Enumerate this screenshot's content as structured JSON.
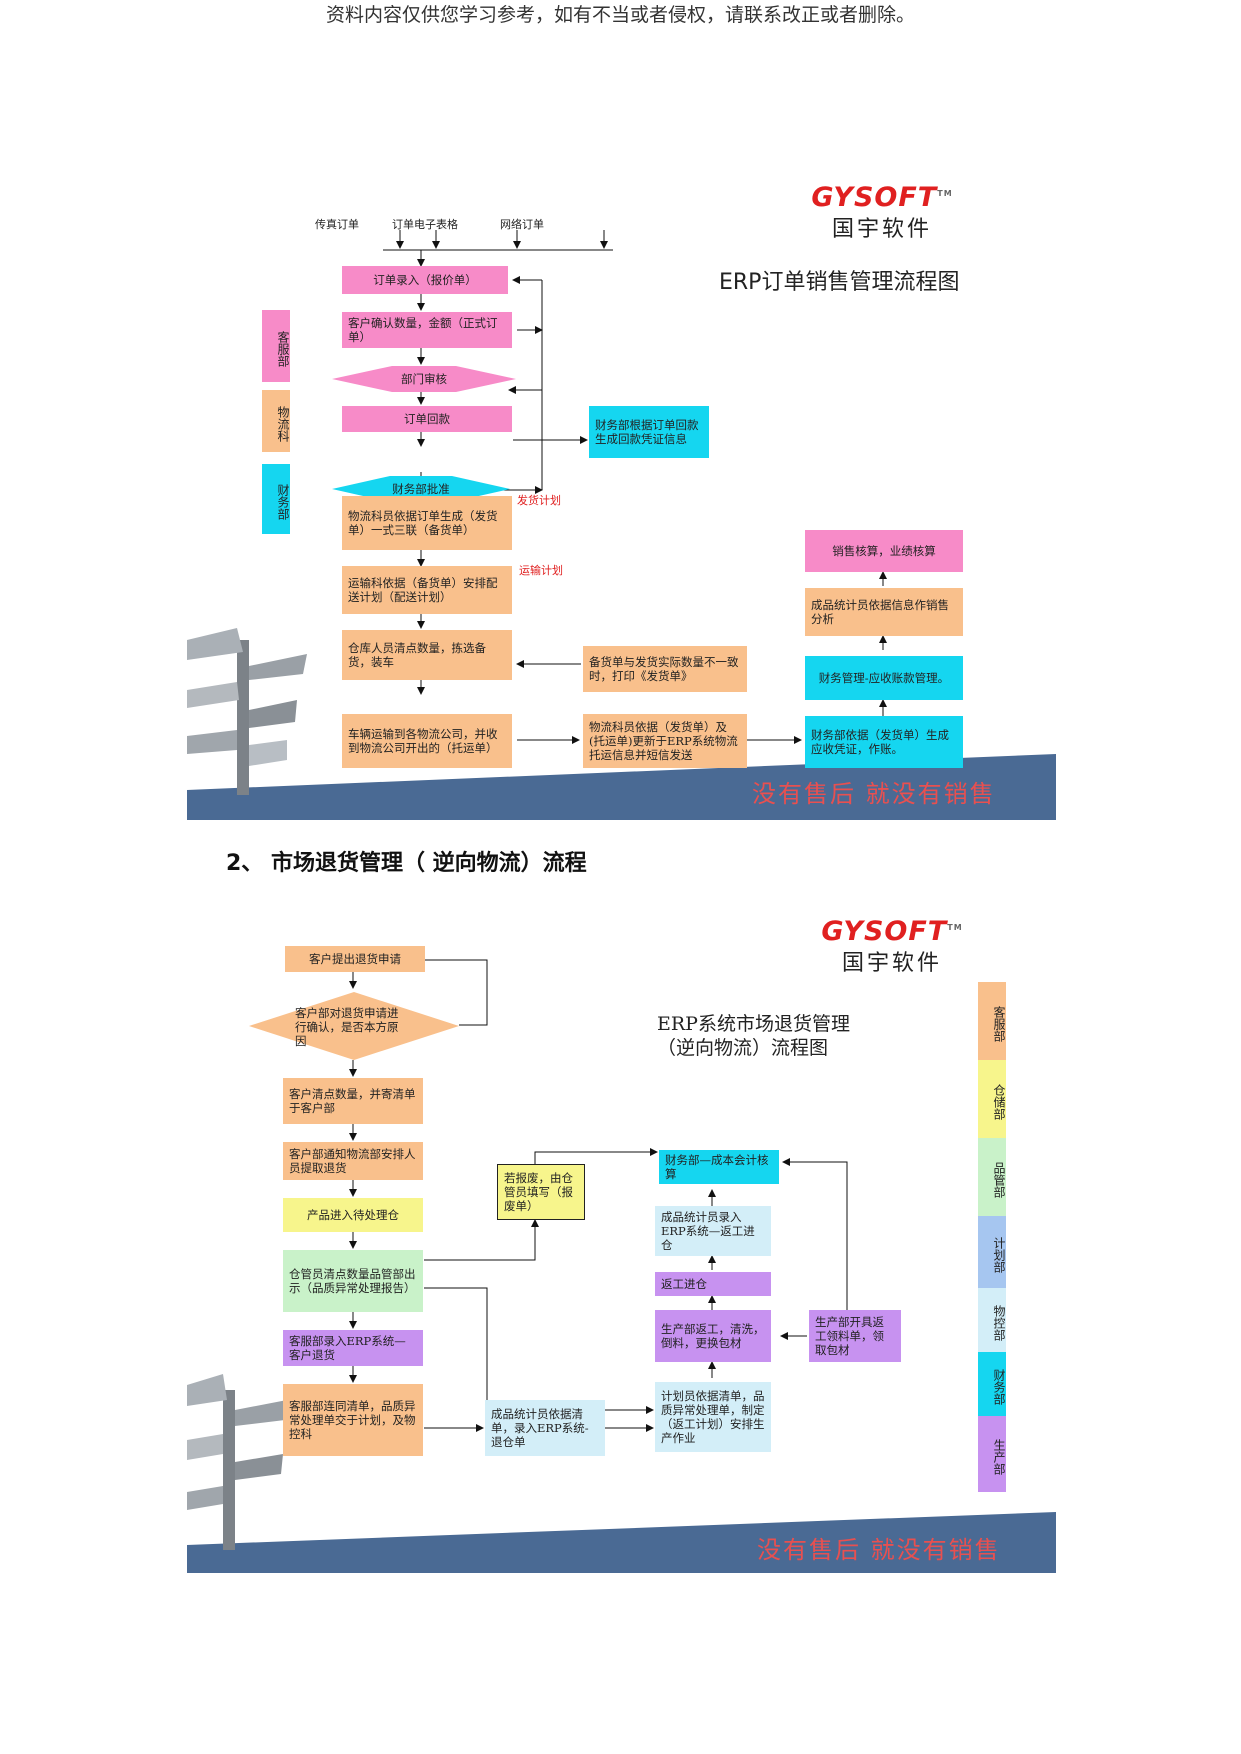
{
  "header_note": "资料内容仅供您学习参考，如有不当或者侵权，请联系改正或者删除。",
  "logo": {
    "brand": "GYSOFT",
    "tm": "TM",
    "company": "国宇软件"
  },
  "slogan": "没有售后 就没有销售",
  "chart1": {
    "title": "ERP订单销售管理流程图",
    "inputs": [
      "传真订单",
      "订单电子表格",
      "网络订单"
    ],
    "departments": [
      "客服部",
      "物流科",
      "财务部"
    ],
    "steps": {
      "order_entry": "订单录入（报价单）",
      "confirm": "客户确认数量，金额（正式订单）",
      "dept_review": "部门审核",
      "payment": "订单回款",
      "finance_voucher": "财务部根据订单回款生成回款凭证信息",
      "finance_approve": "财务部批准",
      "logistics_generate": "物流科员依据订单生成（发货单）一式三联（备货单）",
      "transport": "运输科依据（备货单）安排配送计划（配送计划）",
      "warehouse": "仓库人员清点数量，拣选备货，装车",
      "mismatch": "备货单与发货实际数量不一致时，打印《发货单》",
      "vehicle": "车辆运输到各物流公司，并收到物流公司开出的（托运单）",
      "update_erp": "物流科员依据（发货单）及(托运单)更新于ERP系统物流托运信息并短信发送",
      "finance_receivable": "财务部依据（发货单）生成应收凭证，作账。",
      "ar_management": "财务管理-应收账款管理。",
      "stats_analysis": "成品统计员依据信息作销售分析",
      "sales_accounting": "销售核算，业绩核算"
    },
    "notes": {
      "ship_plan": "发货计划",
      "transport_plan": "运输计划"
    }
  },
  "section2_title": "2、  市场退货管理（ 逆向物流）流程",
  "chart2": {
    "title_line1": "ERP系统市场退货管理",
    "title_line2": "（逆向物流）流程图",
    "departments": [
      "客服部",
      "仓储部",
      "品管部",
      "计划部",
      "物控部",
      "财务部",
      "生产部"
    ],
    "steps": {
      "request": "客户提出退货申请",
      "confirm": "客户部对退货申请进行确认，是否本方原因",
      "count": "客户清点数量，并寄清单于客户部",
      "notify": "客户部通知物流部安排人员提取退货",
      "to_warehouse": "产品进入待处理仓",
      "inspect": "仓管员清点数量品管部出示（品质异常处理报告）",
      "scrap": "若报废，由仓管员填写（报废单）",
      "erp_return": "客服部录入ERP系统—客户退货",
      "handover": "客服部连同清单，品质异常处理单交于计划，及物控科",
      "stats_return": "成品统计员依据清单，录入ERP系统-退仓单",
      "plan": "计划员依据清单，品质异常处理单，制定（返工计划）安排生产作业",
      "rework": "生产部返工，清洗，倒料，更换包材",
      "issue_material": "生产部开具返工领料单，领取包材",
      "rework_in": "返工进仓",
      "stats_rework": "成品统计员录入ERP系统—返工进仓",
      "cost": "财务部—成本会计核算"
    }
  },
  "colors": {
    "pink": "#f78bc8",
    "orange": "#f9c08c",
    "cyan": "#15d6f0",
    "purple": "#c792f0",
    "yellow": "#f7f58c",
    "green": "#c9f2c9",
    "blue_band": "#4a6a94",
    "logo_red": "#e02020"
  }
}
